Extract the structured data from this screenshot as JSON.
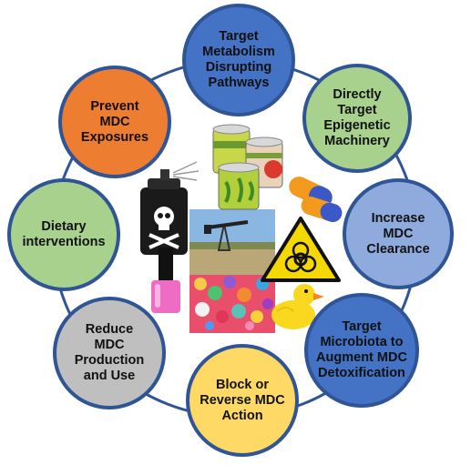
{
  "nodes": [
    {
      "id": "target-metabolism",
      "label": "Target\nMetabolism\nDisrupting\nPathways",
      "color": "#4472c4"
    },
    {
      "id": "epigenetic",
      "label": "Directly\nTarget\nEpigenetic\nMachinery",
      "color": "#a9d18e"
    },
    {
      "id": "clearance",
      "label": "Increase\nMDC\nClearance",
      "color": "#8faadc"
    },
    {
      "id": "microbiota",
      "label": "Target\nMicrobiota to\nAugment MDC\nDetoxification",
      "color": "#4472c4"
    },
    {
      "id": "block",
      "label": "Block or\nReverse MDC\nAction",
      "color": "#ffd966"
    },
    {
      "id": "reduce",
      "label": "Reduce\nMDC\nProduction\nand Use",
      "color": "#bfbfbf"
    },
    {
      "id": "dietary",
      "label": "Dietary\ninterventions",
      "color": "#a9d18e"
    },
    {
      "id": "prevent",
      "label": "Prevent\nMDC\nExposures",
      "color": "#ed7d31"
    }
  ],
  "ring_color": "#2f5597",
  "center_images": {
    "cans": [
      "mumang",
      "mumang",
      "mumang"
    ],
    "icons": [
      "spray-can-skull-icon",
      "oil-pump-photo",
      "nail-polish-icon",
      "pills-icon",
      "biohazard-icon",
      "candy-photo",
      "rubber-duck-icon"
    ]
  }
}
